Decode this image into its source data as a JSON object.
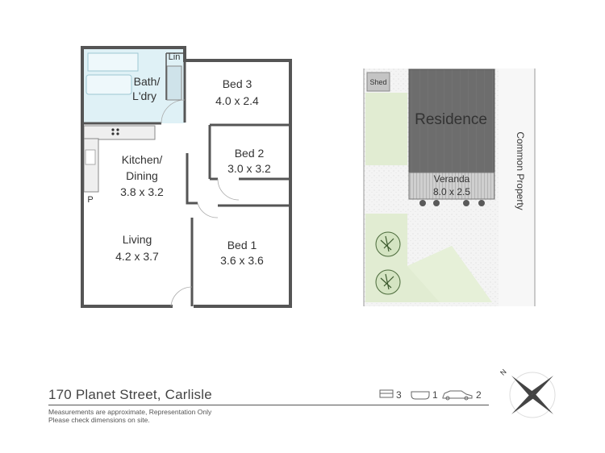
{
  "floorplan": {
    "rooms": [
      {
        "name": "Bath/",
        "name2": "L'dry",
        "dims": ""
      },
      {
        "name": "Lin",
        "dims": ""
      },
      {
        "name": "Bed 3",
        "dims": "4.0 x 2.4"
      },
      {
        "name": "Kitchen/",
        "name2": "Dining",
        "dims": "3.8 x 3.2"
      },
      {
        "name": "Bed 2",
        "dims": "3.0 x 3.2"
      },
      {
        "name": "Living",
        "dims": "4.2 x 3.7"
      },
      {
        "name": "Bed 1",
        "dims": "3.6 x 3.6"
      },
      {
        "name": "P",
        "dims": ""
      }
    ]
  },
  "siteplan": {
    "shed": "Shed",
    "residence": "Residence",
    "veranda": "Veranda",
    "veranda_dims": "8.0 x 2.5",
    "common_property": "Common Property"
  },
  "footer": {
    "address": "170 Planet Street, Carlisle",
    "note_line1": "Measurements are approximate, Representation Only",
    "note_line2": "Please check dimensions on site.",
    "beds": "3",
    "baths": "1",
    "cars": "2",
    "compass": "N"
  },
  "colors": {
    "wall": "#555555",
    "wet_area": "#dff1f6",
    "lawn": "#e3eed4",
    "residence": "#6e6e6e",
    "paving": "#f2f2f2"
  }
}
